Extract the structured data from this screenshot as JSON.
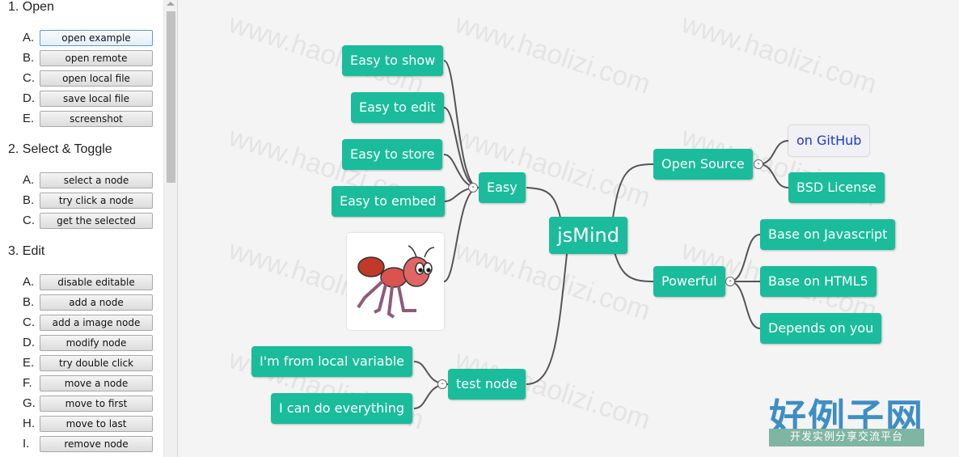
{
  "sidebar": {
    "sections": [
      {
        "title": "1. Open",
        "items": [
          {
            "letter": "A.",
            "label": "open example"
          },
          {
            "letter": "B.",
            "label": "open remote"
          },
          {
            "letter": "C.",
            "label": "open local file"
          },
          {
            "letter": "D.",
            "label": "save local file"
          },
          {
            "letter": "E.",
            "label": "screenshot"
          }
        ]
      },
      {
        "title": "2. Select & Toggle",
        "items": [
          {
            "letter": "A.",
            "label": "select a node"
          },
          {
            "letter": "B.",
            "label": "try click a node"
          },
          {
            "letter": "C.",
            "label": "get the selected"
          }
        ]
      },
      {
        "title": "3. Edit",
        "items": [
          {
            "letter": "A.",
            "label": "disable editable"
          },
          {
            "letter": "B.",
            "label": "add a node"
          },
          {
            "letter": "C.",
            "label": "add a image node"
          },
          {
            "letter": "D.",
            "label": "modify node"
          },
          {
            "letter": "E.",
            "label": "try double click"
          },
          {
            "letter": "F.",
            "label": "move a node"
          },
          {
            "letter": "G.",
            "label": "move to first"
          },
          {
            "letter": "H.",
            "label": "move to last"
          },
          {
            "letter": "I.",
            "label": "remove node"
          }
        ]
      }
    ]
  },
  "mindmap": {
    "root": "jsMind",
    "easy": "Easy",
    "easy_children": [
      "Easy to show",
      "Easy to edit",
      "Easy to store",
      "Easy to embed"
    ],
    "open_source": "Open Source",
    "open_source_children": [
      "on GitHub",
      "BSD License"
    ],
    "powerful": "Powerful",
    "powerful_children": [
      "Base on Javascript",
      "Base on HTML5",
      "Depends on you"
    ],
    "test_node": "test node",
    "test_children": [
      "I'm from local variable",
      "I can do everything"
    ],
    "expander_symbol": "-"
  },
  "watermark": "www.haolizi.com",
  "brand": {
    "title": "好例子网",
    "subtitle": "开发实例分享交流平台"
  },
  "colors": {
    "node": "#1abc9c",
    "link": "#555555",
    "canvas": "#f4f4f4"
  },
  "icons": {
    "ant": "ant-illustration"
  }
}
